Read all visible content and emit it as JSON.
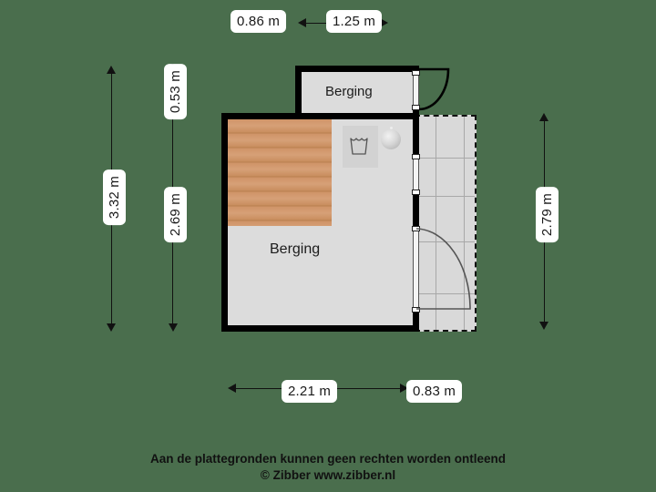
{
  "plan": {
    "title": "Berging",
    "background_color": "#4a6e4d",
    "wall_color": "#000000",
    "room_fill_color": "#dcdcdc",
    "deck_color": "#cf9468",
    "terrace_color": "#d9d9d9",
    "rooms": [
      {
        "id": "berging-top",
        "label": "Berging"
      },
      {
        "id": "berging-main",
        "label": "Berging"
      }
    ],
    "features": {
      "deck_name": "wooden-deck",
      "washer_icon": "washing-tub-icon",
      "drum_icon": "washing-machine-drum-icon",
      "terrace_name": "tiled-terrace",
      "door_top_name": "door-top-room",
      "door_main_name": "door-main-room"
    }
  },
  "dimensions": {
    "top": [
      {
        "id": "top-1",
        "value": "0.86 m"
      },
      {
        "id": "top-2",
        "value": "1.25 m"
      }
    ],
    "left_outer": [
      {
        "id": "left-outer-1",
        "value": "3.32 m"
      }
    ],
    "left_inner": [
      {
        "id": "left-inner-1",
        "value": "0.53 m"
      },
      {
        "id": "left-inner-2",
        "value": "2.69 m"
      }
    ],
    "right": [
      {
        "id": "right-1",
        "value": "2.79 m"
      }
    ],
    "bottom": [
      {
        "id": "bottom-1",
        "value": "2.21 m"
      },
      {
        "id": "bottom-2",
        "value": "0.83 m"
      }
    ]
  },
  "footer": {
    "line1": "Aan de plattegronden kunnen geen rechten worden ontleend",
    "line2": "© Zibber www.zibber.nl"
  }
}
